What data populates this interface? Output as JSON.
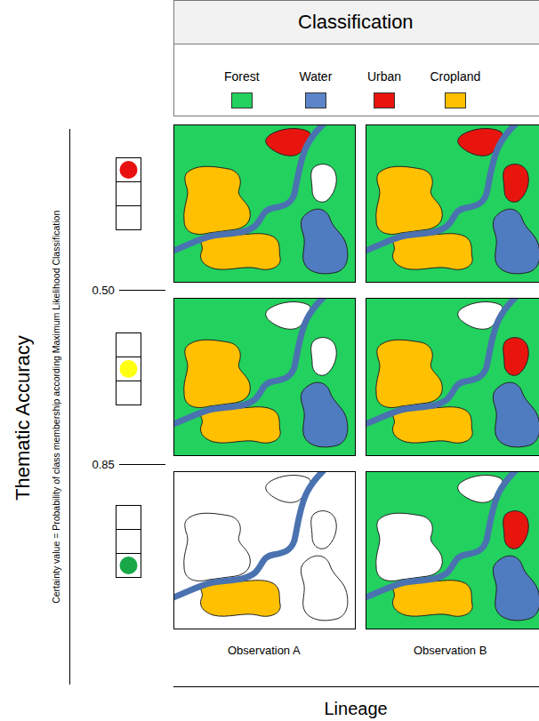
{
  "diagram": {
    "title": "Classification",
    "labels": [
      "Thematic Accuracy",
      "Certainty value = Probability of class membership according Maximum Likelihood Classification",
      "0.50",
      "0.85",
      "Observation A",
      "Observation B",
      "Lineage"
    ],
    "legend": [
      {
        "text": "Forest",
        "color": "#22d15e"
      },
      {
        "text": "Water",
        "color": "#5b85c8"
      },
      {
        "text": "Urban",
        "color": "#e8150f"
      },
      {
        "text": "Cropland",
        "color": "#ffc000"
      }
    ]
  }
}
